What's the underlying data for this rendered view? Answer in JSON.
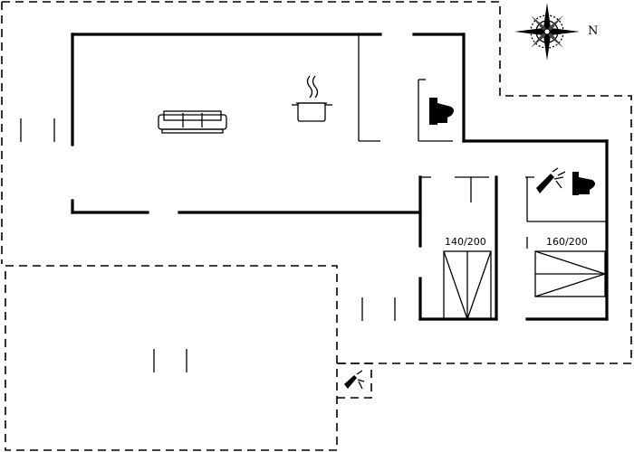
{
  "labels": {
    "north": "N",
    "bed_left": "140/200",
    "bed_right": "160/200"
  },
  "icons": {
    "compass": "compass-rose-icon",
    "sofa": "sofa-icon",
    "kitchen": "cooking-pot-icon",
    "toilet": "toilet-icon",
    "shower": "shower-icon"
  }
}
